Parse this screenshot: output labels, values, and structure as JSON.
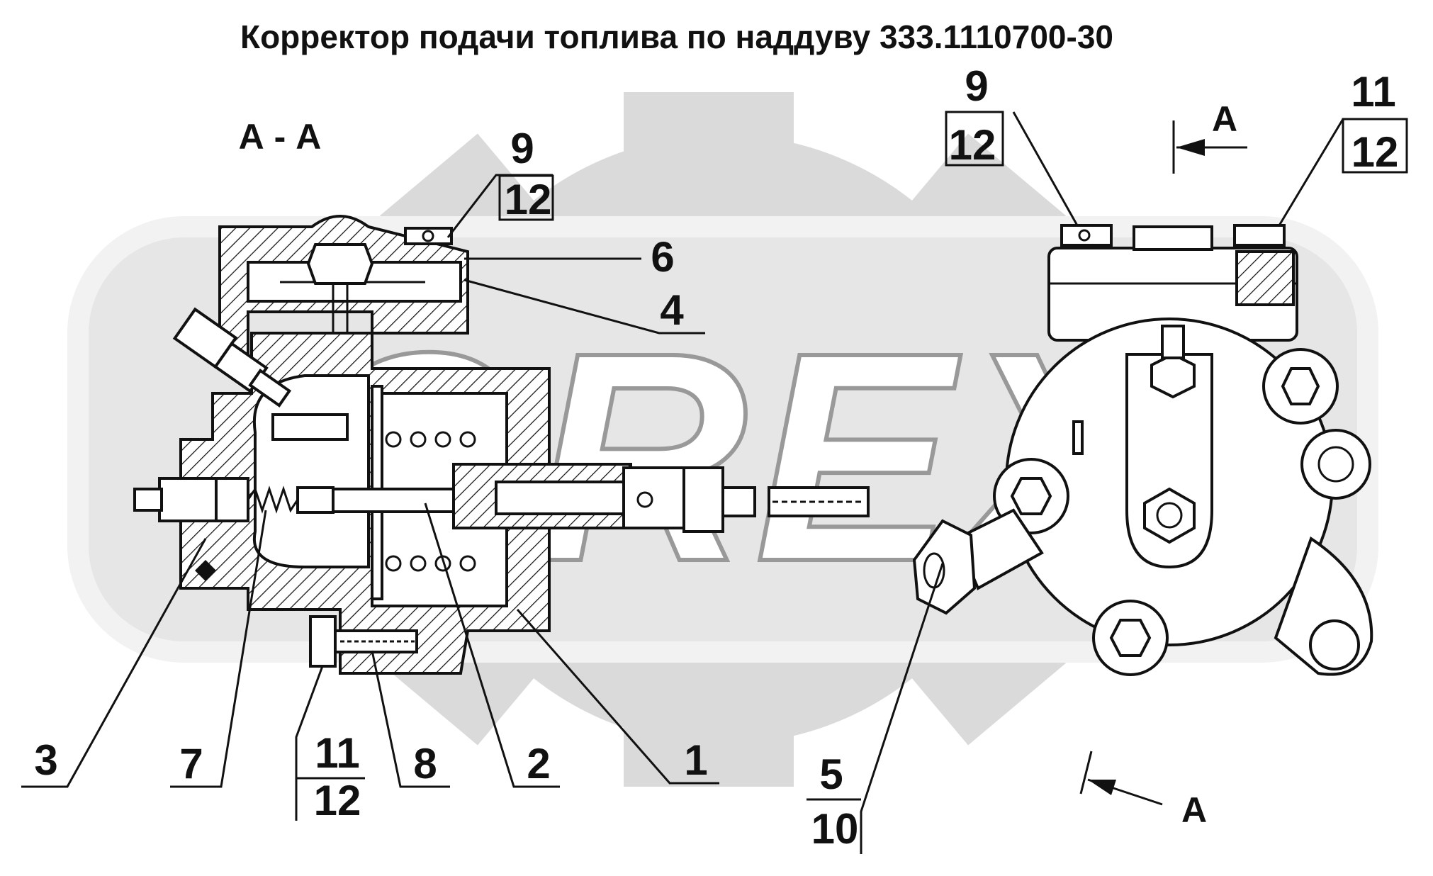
{
  "title": "Корректор подачи топлива по наддуву 333.1110700-30",
  "section_label": "А - А",
  "view_arrow_label_top": "А",
  "view_arrow_label_bottom": "А",
  "watermark_text": "OREX",
  "callouts": {
    "c1": "1",
    "c2": "2",
    "c3": "3",
    "c4": "4",
    "c6": "6",
    "c7": "7",
    "c8": "8",
    "c5_top": "5",
    "c5_bottom": "10",
    "c9a_top": "9",
    "c9a_bottom": "12",
    "c11a_top": "11",
    "c11a_bottom": "12",
    "c9b_top": "9",
    "c9b_bottom": "12",
    "c11b_top": "11",
    "c11b_bottom": "12"
  },
  "colors": {
    "ink": "#111111",
    "watermark": "#d9d9d9",
    "background": "#ffffff"
  }
}
